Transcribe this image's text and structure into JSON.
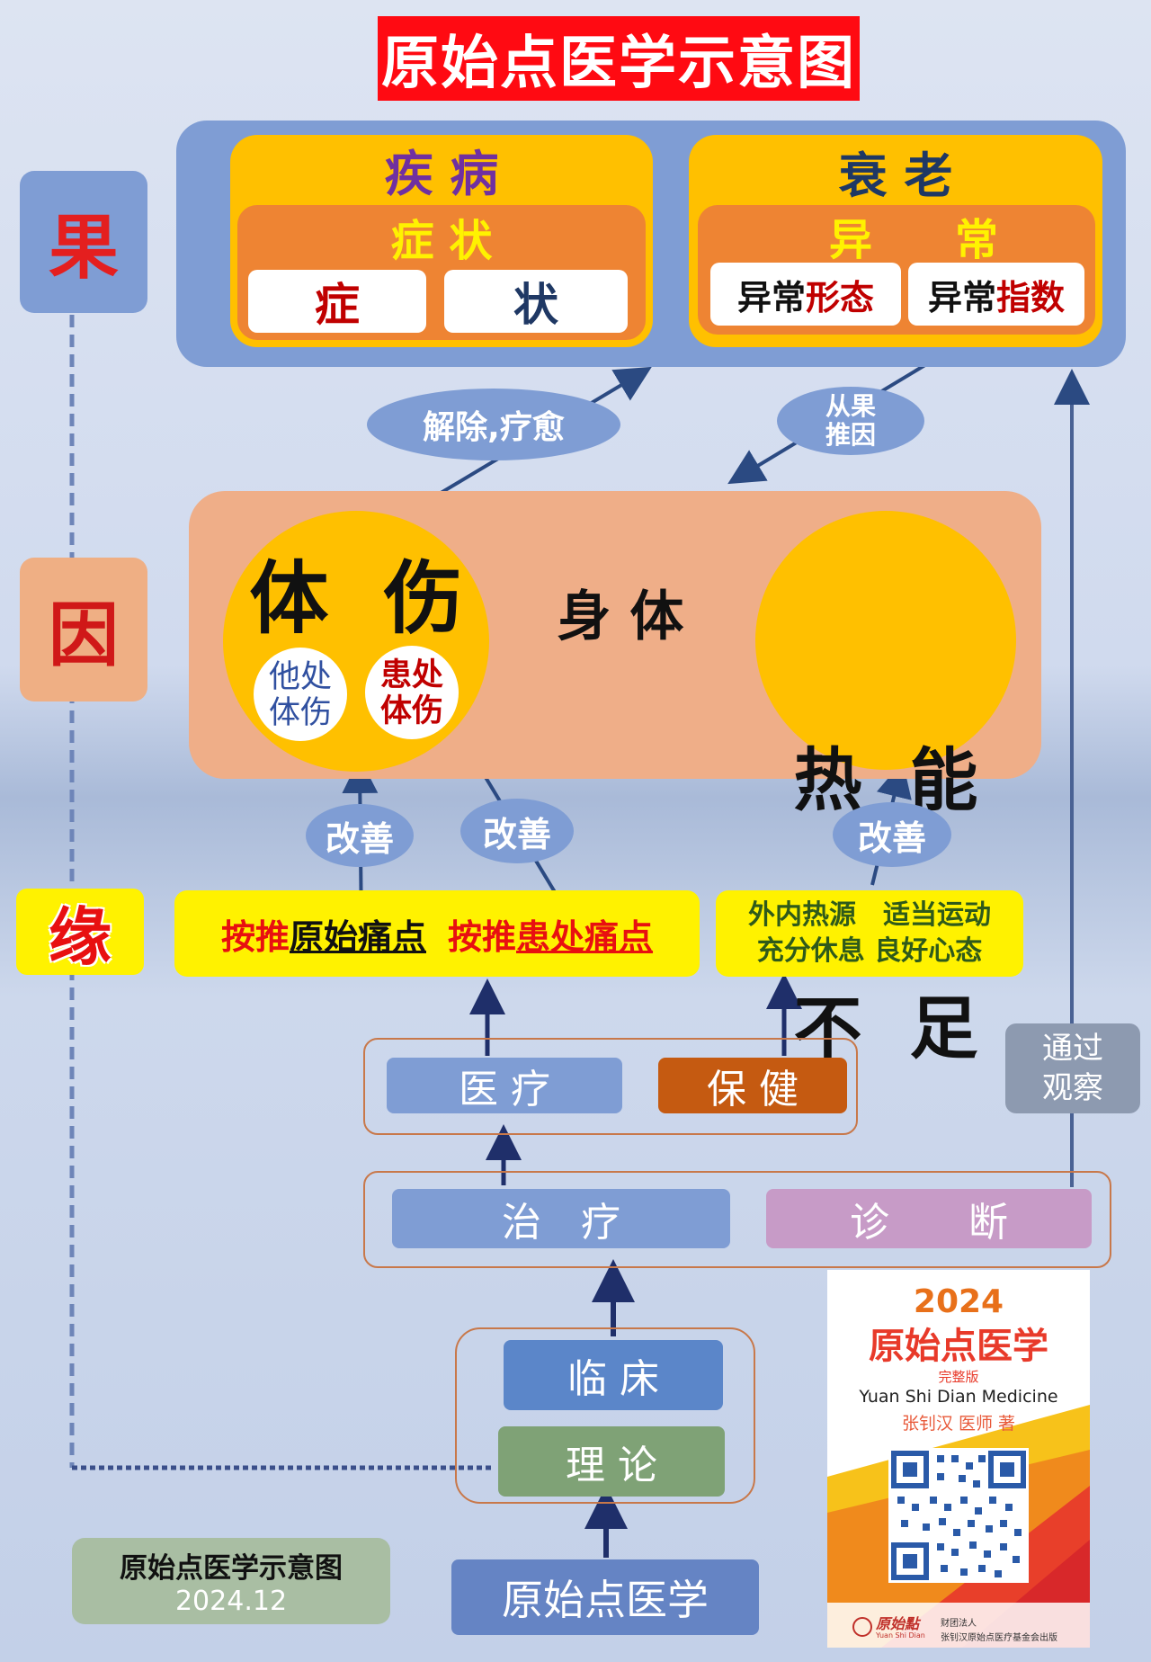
{
  "title": "原始点医学示意图",
  "sidebar": {
    "guo": "果",
    "yin": "因",
    "yuan": "缘"
  },
  "effect": {
    "disease": {
      "title": "疾 病",
      "inner_title": "症 状",
      "chip_left": "症",
      "chip_right": "状"
    },
    "aging": {
      "title": "衰 老",
      "inner_title_left": "异",
      "inner_title_right": "常",
      "chip_left_a": "异常",
      "chip_left_b": "形态",
      "chip_right_a": "异常",
      "chip_right_b": "指数"
    }
  },
  "labels": {
    "cure": "解除,疗愈",
    "infer_line1": "从果",
    "infer_line2": "推因",
    "improve": "改善",
    "observe_line1": "通过",
    "observe_line2": "观察"
  },
  "cause": {
    "injury_title": "体  伤",
    "other_line1": "他处",
    "other_line2": "体伤",
    "local_line1": "患处",
    "local_line2": "体伤",
    "body": "身 体",
    "heat_line1": "热  能",
    "heat_line2": "不  足"
  },
  "conditions": {
    "press1_a": "按推",
    "press1_b": "原始痛点",
    "press2_a": "按推",
    "press2_b": "患处痛点",
    "care_line1": "外内热源　适当运动",
    "care_line2": "充分休息 良好心态"
  },
  "buttons": {
    "medical": "医 疗",
    "health": "保 健",
    "treatment": "治　疗",
    "diagnosis": "诊　　断",
    "clinical": "临 床",
    "theory": "理 论",
    "root": "原始点医学"
  },
  "legend": {
    "title": "原始点医学示意图",
    "date": "2024.12"
  },
  "book": {
    "year": "2024",
    "title": "原始点医学",
    "edition": "完整版",
    "english": "Yuan Shi Dian Medicine",
    "author": "张钊汉 医师 著",
    "logo_text": "原始點",
    "logo_en": "Yuan Shi Dian",
    "publisher_line1": "财团法人",
    "publisher_line2": "张钊汉原始点医疗基金会出版"
  },
  "colors": {
    "title_bg": "#ff0a12",
    "blue_panel": "#7f9dd4",
    "yellow": "#ffc000",
    "orange": "#ee8433",
    "peach": "#efae88",
    "highlight_yellow": "#fff200",
    "dark_red": "#c00000",
    "purple": "#7030a0",
    "navy": "#1f3864",
    "green_button": "#7fa276",
    "pink_button": "#c79bc7",
    "brown_button": "#c55a11"
  }
}
